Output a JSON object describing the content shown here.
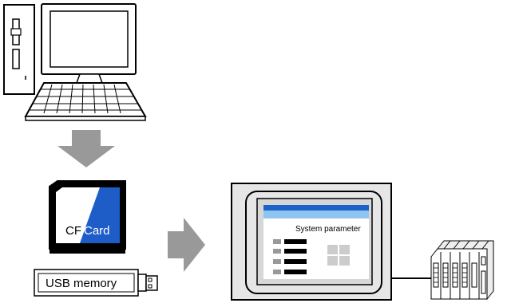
{
  "cf_card": {
    "label_left": "CF ",
    "label_right": "Card"
  },
  "usb": {
    "label": "USB memory"
  },
  "display": {
    "screen_title": "System parameter"
  },
  "colors": {
    "arrow": "#999999",
    "cf_blue": "#1e5cc8",
    "screen_header_blue": "#1b63c8",
    "screen_bg": "#d7d7d7",
    "frame_gray": "#e6e6e6"
  },
  "icons": [
    "computer-icon",
    "keyboard-icon",
    "cf-card-icon",
    "usb-memory-icon",
    "plc-icon"
  ]
}
